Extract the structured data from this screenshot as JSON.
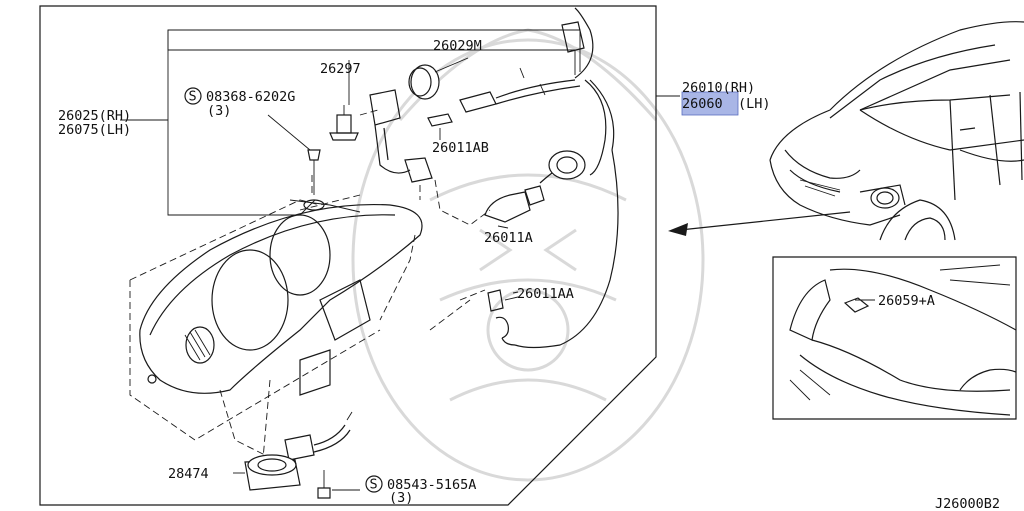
{
  "highlight_color": "#a9b6e6",
  "labels": {
    "p26025_rh": "26025(RH)",
    "p26075_lh": "26075(LH)",
    "s08368_code": "08368-6202G",
    "s08368_qty": "(3)",
    "p26297": "26297",
    "p26029M": "26029M",
    "p26011AB": "26011AB",
    "p26011A": "26011A",
    "p26011AA": "26011AA",
    "p26010_rh": "26010(RH)",
    "p26060_num": "26060",
    "p26060_lh": "(LH)",
    "p26059A": "26059+A",
    "p28474": "28474",
    "s08543_code": "08543-5165A",
    "s08543_qty": "(3)",
    "screw_symbol": "S",
    "diagram_id": "J26000B2"
  }
}
